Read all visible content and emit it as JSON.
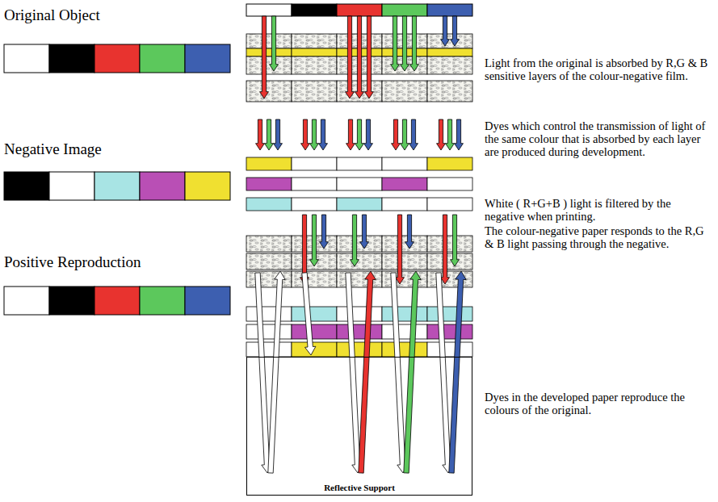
{
  "diagram": {
    "nodes": [
      {
        "text": [
          "Reflective Support"
        ]
      }
    ],
    "labels": [
      "Original Object",
      "Light from the original is absorbed by R,G & B sensitive layers of the colour-negative film.",
      "Negative Image",
      "Dyes which control the transmission of light of the same colour that is absorbed by each layer are produced during development.",
      "White ( R+G+B ) light is filtered by the negative when printing.",
      "The colour-negative paper responds to the R,G & B light passing through the negative.",
      "Positive Reproduction",
      "Dyes in the developed paper reproduce the colours of the original."
    ]
  }
}
